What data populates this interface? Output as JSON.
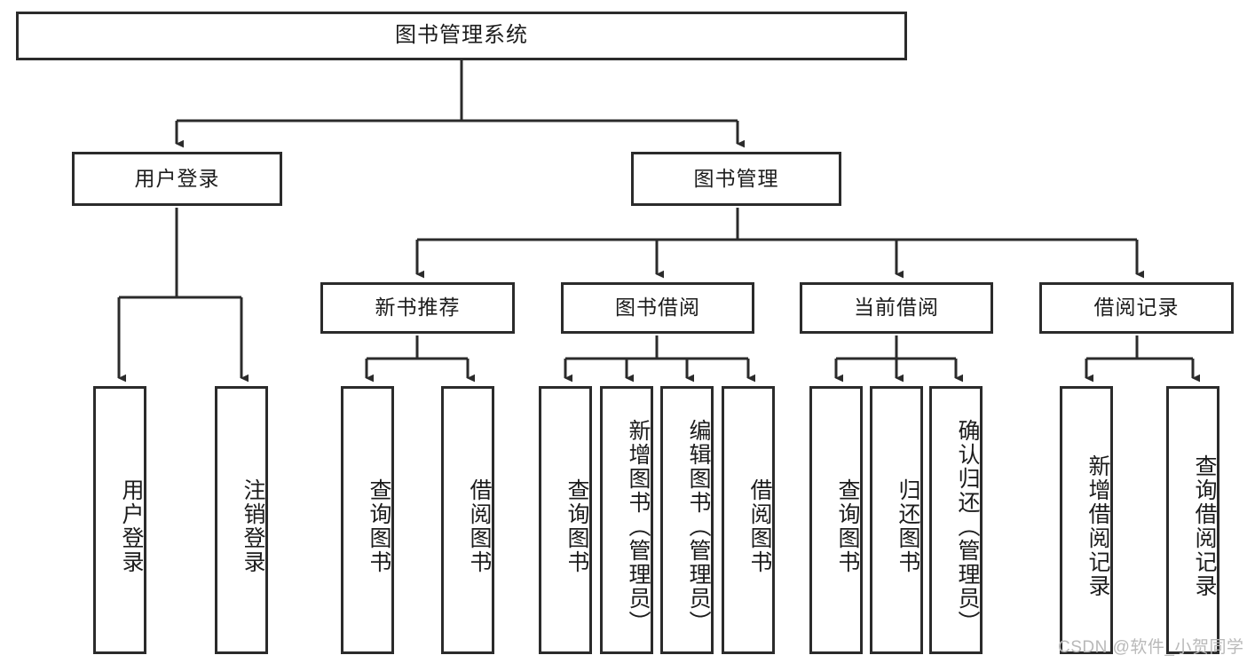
{
  "diagram": {
    "type": "hierarchy-tree",
    "title": "图书管理系统",
    "background": "#ffffff",
    "line_color": "#2b2b2b",
    "text_color": "#1c1c1c",
    "watermark": "CSDN @软件_小贺同学"
  },
  "nodes": {
    "root": {
      "label": "图书管理系统"
    },
    "level2": [
      {
        "label": "用户登录"
      },
      {
        "label": "图书管理"
      }
    ],
    "level3": [
      {
        "label": "新书推荐"
      },
      {
        "label": "图书借阅"
      },
      {
        "label": "当前借阅"
      },
      {
        "label": "借阅记录"
      }
    ],
    "leaves_user_login": [
      {
        "label": "用户登录"
      },
      {
        "label": "注销登录"
      }
    ],
    "leaves_new_book": [
      {
        "label": "查询图书"
      },
      {
        "label": "借阅图书"
      }
    ],
    "leaves_borrow": [
      {
        "label": "查询图书"
      },
      {
        "label": "新增图书（管理员）"
      },
      {
        "label": "编辑图书（管理员）"
      },
      {
        "label": "借阅图书"
      }
    ],
    "leaves_current": [
      {
        "label": "查询图书"
      },
      {
        "label": "归还图书"
      },
      {
        "label": "确认归还（管理员）"
      }
    ],
    "leaves_record": [
      {
        "label": "新增借阅记录"
      },
      {
        "label": "查询借阅记录"
      }
    ]
  }
}
